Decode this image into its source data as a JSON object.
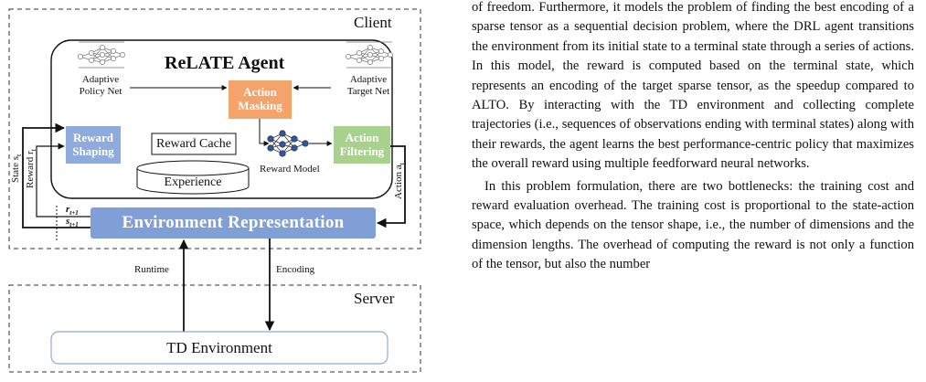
{
  "figure": {
    "client_label": "Client",
    "server_label": "Server",
    "agent_title": "ReLATE Agent",
    "adaptive_policy_net": [
      "Adaptive",
      "Policy Net"
    ],
    "adaptive_target_net": [
      "Adaptive",
      "Target Net"
    ],
    "action_masking": [
      "Action",
      "Masking"
    ],
    "reward_shaping": [
      "Reward",
      "Shaping"
    ],
    "action_filtering": [
      "Action",
      "Filtering"
    ],
    "reward_cache": "Reward Cache",
    "experience": "Experience",
    "reward_model": "Reward Model",
    "environment_representation": "Environment Representation",
    "td_environment": "TD Environment",
    "runtime": "Runtime",
    "encoding": "Encoding",
    "state_label": "State s",
    "state_sub": "t",
    "reward_label": "Reward r",
    "reward_sub": "t",
    "action_label": "Action a",
    "action_sub": "t",
    "r_next": "r",
    "r_next_sub": "t+1",
    "s_next": "s",
    "s_next_sub": "t+1",
    "colors": {
      "orange": "#f4a46b",
      "green": "#a9d18e",
      "blue": "#8faadc",
      "env_blue": "#7f9fd6",
      "td_border": "#8faadc"
    }
  },
  "text": {
    "paragraph1": "of freedom. Furthermore, it models the problem of finding the best encoding of a sparse tensor as a sequential decision problem, where the DRL agent transitions the environment from its initial state to a terminal state through a series of actions. In this model, the reward is computed based on the terminal state, which represents an encoding of the target sparse tensor, as the speedup compared to ALTO. By interacting with the TD environment and collecting complete trajectories (i.e., sequences of observations ending with terminal states) along with their rewards, the agent learns the best performance-centric policy that maximizes the overall reward using multiple feedforward neural networks.",
    "paragraph2": "In this problem formulation, there are two bottlenecks: the training cost and reward evaluation overhead. The training cost is proportional to the state-action space, which depends on the tensor shape, i.e., the number of dimensions and the dimension lengths. The overhead of computing the reward is not only a function of the tensor, but also the number"
  }
}
